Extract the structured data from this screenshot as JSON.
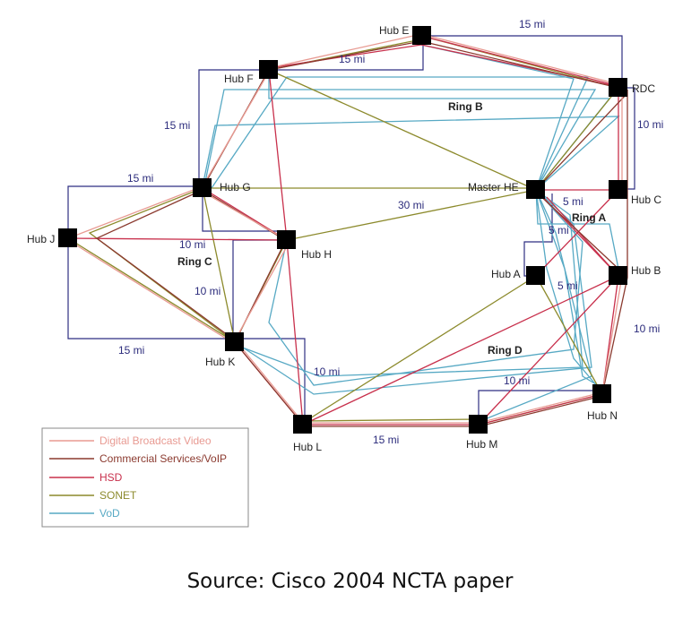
{
  "colors": {
    "digital_broadcast_video": "#e89a92",
    "commercial_voip": "#8b3a2f",
    "hsd": "#c8304c",
    "sonet": "#8c8a2c",
    "vod": "#57a9c4",
    "fiber_route": "#2f2f82",
    "node": "#000000"
  },
  "hubs": {
    "e": "Hub E",
    "f": "Hub F",
    "rdc": "RDC",
    "g": "Hub G",
    "master": "Master HE",
    "c": "Hub C",
    "j": "Hub J",
    "h": "Hub H",
    "a": "Hub A",
    "b": "Hub B",
    "k": "Hub K",
    "l": "Hub L",
    "m": "Hub M",
    "n": "Hub N"
  },
  "rings": {
    "a": "Ring A",
    "b": "Ring B",
    "c": "Ring C",
    "d": "Ring D"
  },
  "distances": {
    "e_rdc": "15 mi",
    "f_e": "15 mi",
    "f_g": "15 mi",
    "rdc_c": "10 mi",
    "j_g": "15 mi",
    "g_master": "30 mi",
    "master_c": "5 mi",
    "master_a": "5 mi",
    "a_b": "5 mi",
    "j_h": "10 mi",
    "g_k": "10 mi",
    "b_n": "10 mi",
    "j_k": "15 mi",
    "k_l": "10 mi",
    "m_n": "10 mi",
    "l_m": "15 mi"
  },
  "legend": {
    "dbv": "Digital Broadcast Video",
    "voip": "Commercial Services/VoIP",
    "hsd": "HSD",
    "sonet": "SONET",
    "vod": "VoD"
  },
  "caption": "Source: Cisco 2004 NCTA paper"
}
